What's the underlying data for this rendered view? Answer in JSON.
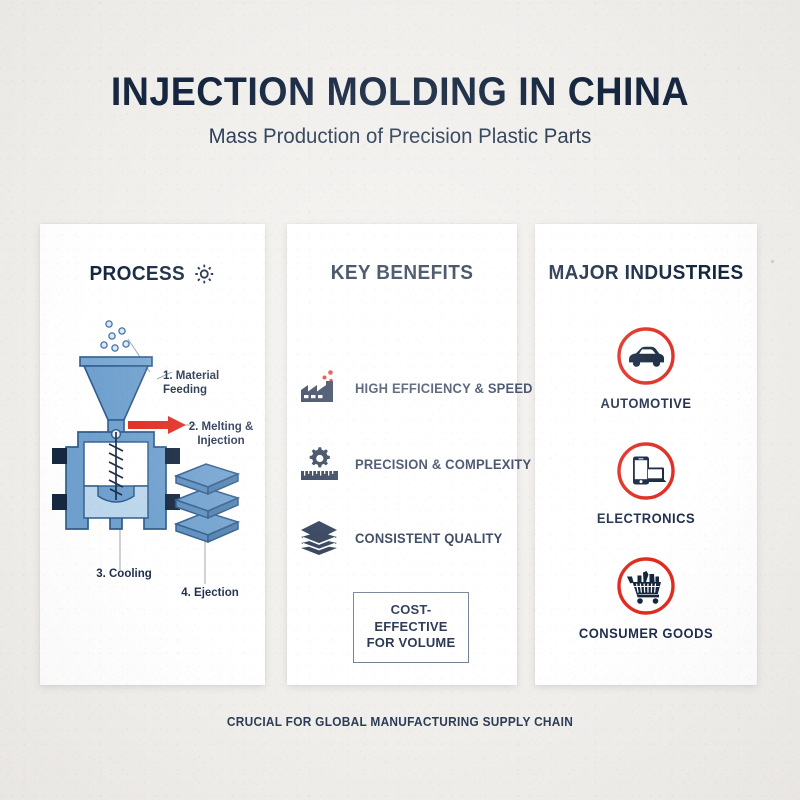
{
  "colors": {
    "background": "#f1efec",
    "panel": "#ffffff",
    "navy": "#15263f",
    "text_navy": "#1d2d4a",
    "blue_fill": "#6fa0ce",
    "blue_dark": "#3d6fa5",
    "blue_light": "#bcd6ec",
    "red": "#e02b20",
    "ring_red": "#e02b20",
    "leader_gray": "#9aa4b0"
  },
  "header": {
    "title": "INJECTION MOLDING IN CHINA",
    "subtitle": "Mass Production of Precision Plastic Parts"
  },
  "panels": {
    "process": {
      "heading": "PROCESS",
      "heading_icon": "gear-icon",
      "steps": [
        {
          "id": "feeding",
          "label": "1. Material Feeding"
        },
        {
          "id": "melting",
          "label": "2. Melting &\nInjection"
        },
        {
          "id": "cooling",
          "label": "3. Cooling"
        },
        {
          "id": "ejection",
          "label": "4. Ejection"
        }
      ],
      "diagram_parts": [
        "pellets",
        "hopper",
        "barrel-screw",
        "mold-cavity",
        "injection-arrow",
        "ejected-plates"
      ]
    },
    "benefits": {
      "heading": "KEY BENEFITS",
      "items": [
        {
          "label": "HIGH EFFICIENCY & SPEED",
          "icon": "factory-icon"
        },
        {
          "label": "PRECISION & COMPLEXITY",
          "icon": "gear-ruler-icon"
        },
        {
          "label": "CONSISTENT QUALITY",
          "icon": "layers-icon"
        }
      ],
      "callout_line1": "COST-EFFECTIVE",
      "callout_line2": "FOR VOLUME"
    },
    "industries": {
      "heading": "MAJOR INDUSTRIES",
      "items": [
        {
          "label": "AUTOMOTIVE",
          "icon": "car-icon"
        },
        {
          "label": "ELECTRONICS",
          "icon": "phone-laptop-icon"
        },
        {
          "label": "CONSUMER GOODS",
          "icon": "shopping-cart-icon"
        }
      ]
    }
  },
  "footer": {
    "text": "CRUCIAL FOR GLOBAL MANUFACTURING SUPPLY CHAIN"
  }
}
